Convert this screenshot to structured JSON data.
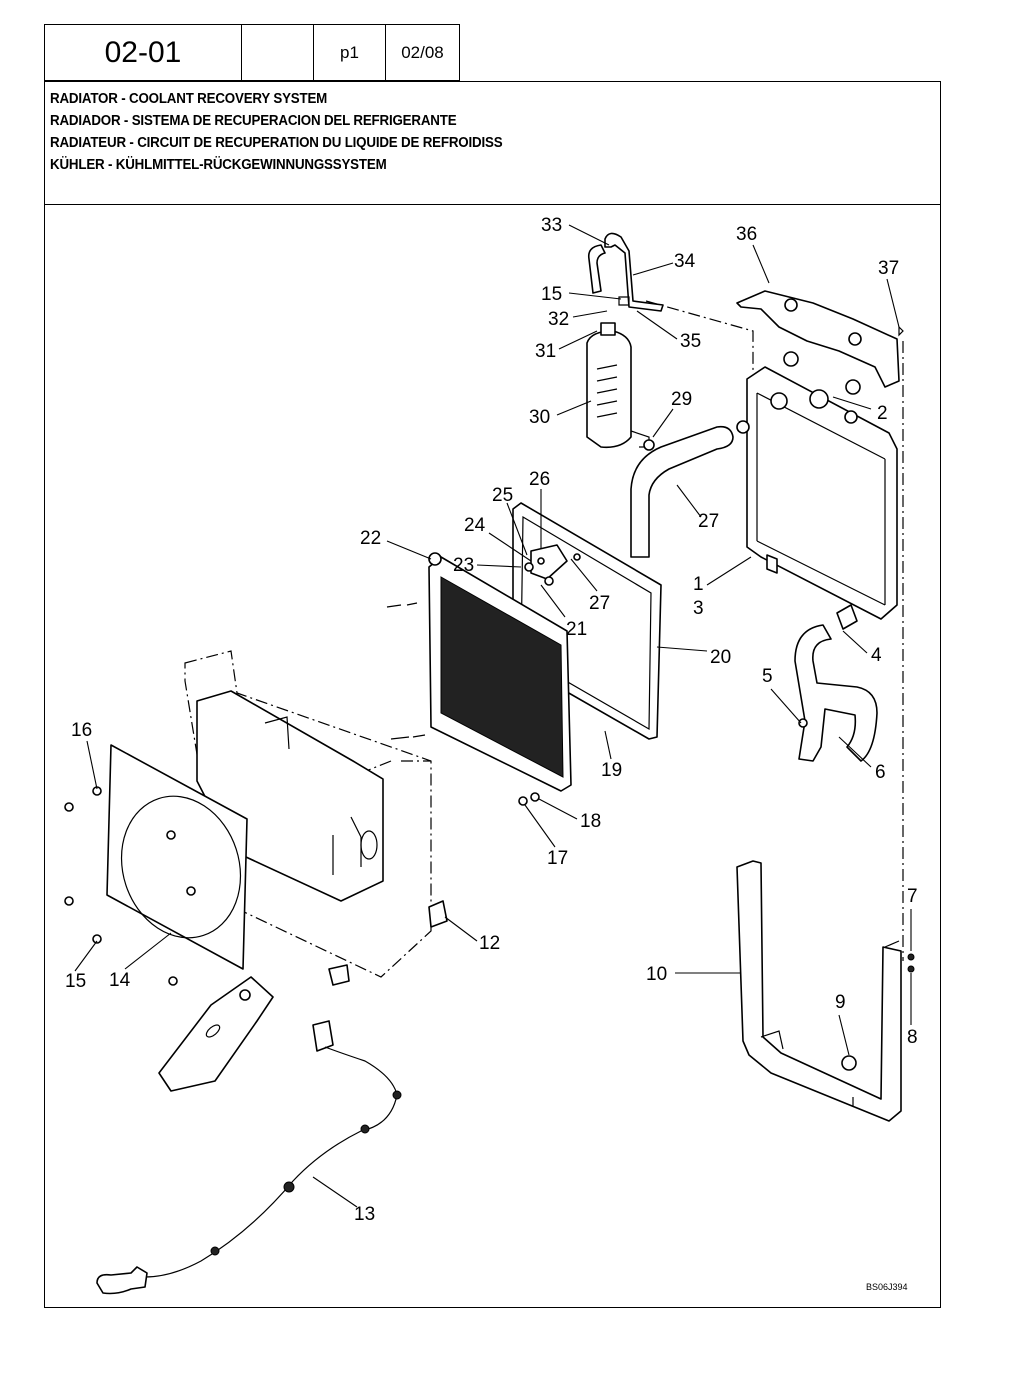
{
  "header": {
    "section_code": "02-01",
    "blank": "",
    "page": "p1",
    "date": "02/08"
  },
  "title_lines": [
    "RADIATOR - COOLANT RECOVERY SYSTEM",
    "RADIADOR - SISTEMA DE RECUPERACION DEL REFRIGERANTE",
    "RADIATEUR - CIRCUIT DE RECUPERATION DU LIQUIDE DE REFROIDISS",
    "KÜHLER - KÜHLMITTEL-RÜCKGEWINNUNGSSYSTEM"
  ],
  "callouts": [
    "33",
    "36",
    "34",
    "37",
    "15",
    "32",
    "35",
    "31",
    "2",
    "29",
    "30",
    "26",
    "27",
    "25",
    "24",
    "22",
    "23",
    "1",
    "27",
    "3",
    "21",
    "20",
    "4",
    "5",
    "16",
    "19",
    "6",
    "18",
    "17",
    "12",
    "7",
    "10",
    "9",
    "15",
    "14",
    "8",
    "13"
  ],
  "drawing_code": "BS06J394"
}
